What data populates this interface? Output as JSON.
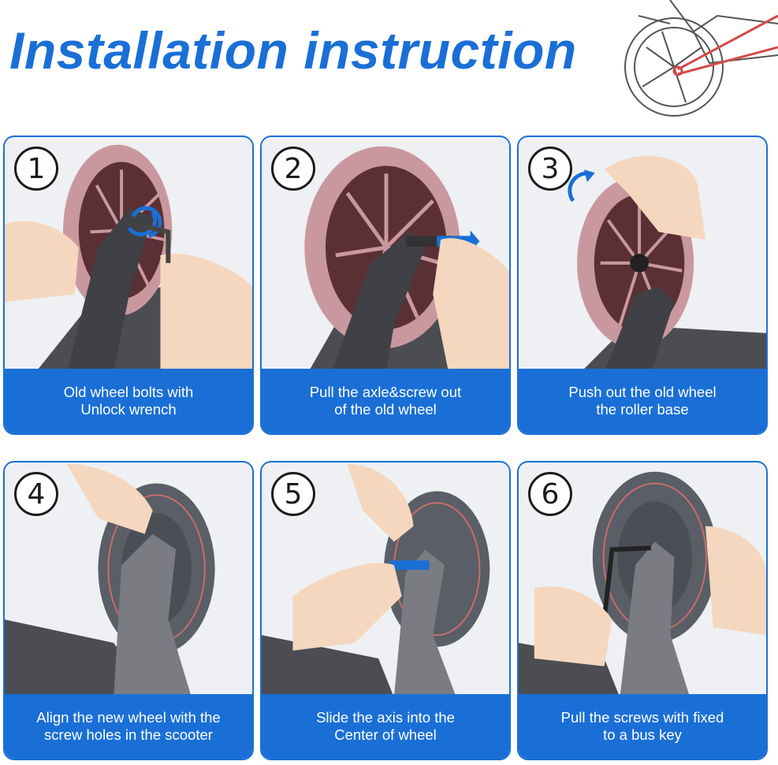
{
  "header": {
    "title": "Installation instruction"
  },
  "colors": {
    "accent": "#1a6fd6",
    "old_wheel": "#c9989e",
    "old_wheel_dark": "#5a3035",
    "new_wheel": "#5a5e66",
    "new_wheel_rim": "#c76d6d",
    "frame": "#4b4d52",
    "skin": "#f4d7be"
  },
  "steps": [
    {
      "number": "1",
      "caption": "Old wheel bolts with\nUnlock wrench",
      "icon": "wrench-icon"
    },
    {
      "number": "2",
      "caption": "Pull the axle&screw out\nof the old wheel",
      "icon": "arrow-right-icon"
    },
    {
      "number": "3",
      "caption": "Push out the old wheel\nthe roller base",
      "icon": "curved-arrow-icon"
    },
    {
      "number": "4",
      "caption": "Align the new wheel with the\nscrew holes in the scooter",
      "icon": "wheel-icon"
    },
    {
      "number": "5",
      "caption": "Slide the axis into the\nCenter of wheel",
      "icon": "axle-icon"
    },
    {
      "number": "6",
      "caption": "Pull the screws with fixed\nto a bus key",
      "icon": "hex-key-icon"
    }
  ]
}
